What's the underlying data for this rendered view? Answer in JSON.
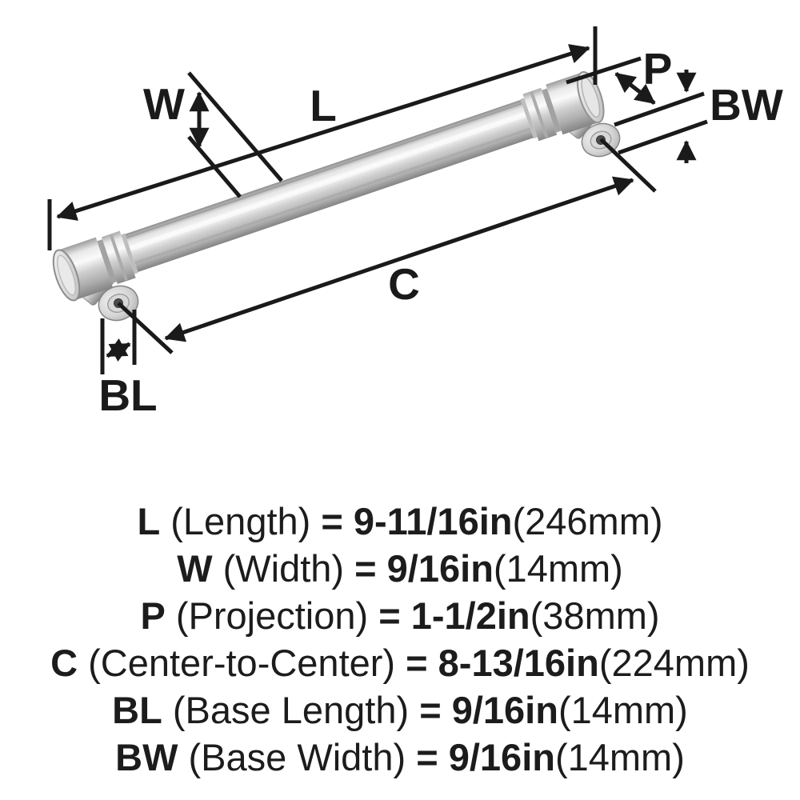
{
  "diagram": {
    "dimension_labels": {
      "L": "L",
      "W": "W",
      "P": "P",
      "BW": "BW",
      "C": "C",
      "BL": "BL"
    },
    "colors": {
      "line": "#1a1a1a",
      "background": "#ffffff",
      "metal_light": "#f8f8f8",
      "metal_mid": "#cccccc",
      "metal_dark": "#8a8a8a",
      "screw_hole": "#4b4b4b"
    }
  },
  "spec_table": {
    "equals_sign": "=",
    "rows": [
      {
        "abbr": "L",
        "name": "(Length)",
        "value_in": "9-11/16in",
        "value_mm": "(246mm)"
      },
      {
        "abbr": "W",
        "name": "(Width)",
        "value_in": "9/16in",
        "value_mm": "(14mm)"
      },
      {
        "abbr": "P",
        "name": "(Projection)",
        "value_in": "1-1/2in",
        "value_mm": "(38mm)"
      },
      {
        "abbr": "C",
        "name": "(Center-to-Center)",
        "value_in": "8-13/16in",
        "value_mm": "(224mm)"
      },
      {
        "abbr": "BL",
        "name": "(Base Length)",
        "value_in": "9/16in",
        "value_mm": "(14mm)"
      },
      {
        "abbr": "BW",
        "name": "(Base Width)",
        "value_in": "9/16in",
        "value_mm": "(14mm)"
      }
    ]
  }
}
